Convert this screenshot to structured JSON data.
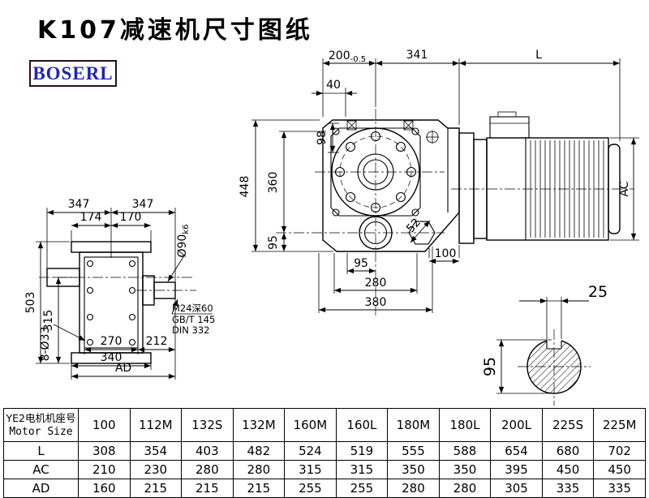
{
  "page": {
    "title": "K107减速机尺寸图纸",
    "brand": "BOSERL"
  },
  "front_view": {
    "dim_200": {
      "value": "200",
      "tol": "-0.5"
    },
    "dim_341": "341",
    "dim_L": "L",
    "dim_40": "40",
    "dim_98": "98",
    "dim_448": "448",
    "dim_360": "360",
    "dim_95_left": "95",
    "dim_52": "52",
    "dim_95_bottom": "95",
    "dim_100": "100",
    "dim_280": "280",
    "dim_380": "380",
    "dim_AC": "AC"
  },
  "side_view": {
    "dim_347_left": "347",
    "dim_347_right": "347",
    "dim_174": "174",
    "dim_170": "170",
    "dim_503": "503",
    "dim_315": "315",
    "dim_bolts": "8-Ø33",
    "dim_270": "270",
    "dim_212": "212",
    "dim_340": "340",
    "dim_AD": "AD",
    "shaft_dia": {
      "value": "Ø90",
      "tol": "k6"
    },
    "thread_note_1": "M24深60",
    "thread_note_2": "GB/T 145",
    "thread_note_3": "DIN 332"
  },
  "shaft_section": {
    "dim_25": "25",
    "dim_95": "95"
  },
  "table": {
    "header_cn": "YE2电机机座号",
    "header_en": "Motor Size",
    "columns": [
      "100",
      "112M",
      "132S",
      "132M",
      "160M",
      "160L",
      "180M",
      "180L",
      "200L",
      "225S",
      "225M"
    ],
    "rows": [
      {
        "label": "L",
        "values": [
          "308",
          "354",
          "403",
          "482",
          "524",
          "519",
          "555",
          "588",
          "654",
          "680",
          "702"
        ]
      },
      {
        "label": "AC",
        "values": [
          "210",
          "230",
          "280",
          "280",
          "315",
          "315",
          "350",
          "350",
          "395",
          "450",
          "450"
        ]
      },
      {
        "label": "AD",
        "values": [
          "160",
          "215",
          "215",
          "215",
          "255",
          "255",
          "280",
          "280",
          "305",
          "335",
          "335"
        ]
      }
    ]
  }
}
